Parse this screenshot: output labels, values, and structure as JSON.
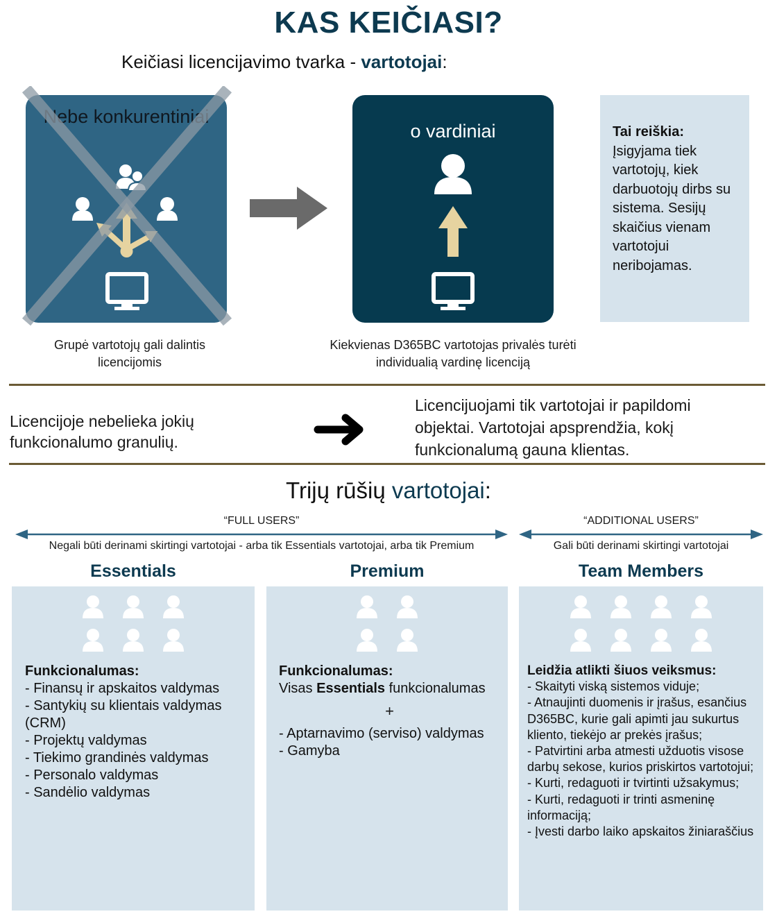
{
  "title": "KAS KEIČIASI?",
  "subtitle": {
    "text": "Keičiasi licencijavimo tvarka - ",
    "highlight": "vartotojai",
    "suffix": ":"
  },
  "old_model": {
    "heading": "Nebe konkurentiniai",
    "caption": "Grupė vartotojų gali dalintis licencijomis",
    "color": "#2f6584"
  },
  "new_model": {
    "heading": "o vardiniai",
    "caption": "Kiekvienas D365BC vartotojas privalės turėti individualią vardinę licenciją",
    "color": "#063a4f"
  },
  "info_box": {
    "heading": "Tai reiškia:",
    "text": "Įsigyjama tiek vartotojų, kiek darbuotojų dirbs su sistema. Sesijų skaičius vienam vartotojui neribojamas."
  },
  "statement": {
    "left": "Licencijoje nebelieka jokių funkcionalumo granulių.",
    "right": "Licencijuojami tik vartotojai ir papildomi objektai. Vartotojai apsprendžia, kokį funkcionalumą gauna klientas."
  },
  "types_heading": {
    "text": "Trijų rūšių ",
    "highlight": "vartotojai",
    "suffix": ":"
  },
  "full_users": {
    "label": "“FULL USERS”",
    "description": "Negali būti derinami skirtingi vartotojai - arba tik Essentials vartotojai, arba tik Premium"
  },
  "additional_users": {
    "label": "“ADDITIONAL USERS”",
    "description": "Gali būti derinami skirtingi vartotojai"
  },
  "essentials": {
    "title": "Essentials",
    "list_heading": "Funkcionalumas:",
    "items": [
      "- Finansų ir apskaitos valdymas",
      "- Santykių su klientais valdymas (CRM)",
      "- Projektų valdymas",
      "- Tiekimo grandinės valdymas",
      "- Personalo valdymas",
      "- Sandėlio valdymas"
    ],
    "user_count": 6
  },
  "premium": {
    "title": "Premium",
    "list_heading": "Funkcionalumas:",
    "line_prefix": "Visas ",
    "line_bold": "Essentials",
    "line_suffix": " funkcionalumas",
    "plus": "+",
    "items": [
      "- Aptarnavimo (serviso) valdymas",
      "- Gamyba"
    ],
    "user_count": 4
  },
  "team_members": {
    "title": "Team Members",
    "list_heading": "Leidžia atlikti šiuos veiksmus:",
    "items": [
      "- Skaityti viską sistemos viduje;",
      "- Atnaujinti duomenis ir įrašus, esančius D365BC, kurie gali apimti jau sukurtus kliento, tiekėjo ar prekės įrašus;",
      "- Patvirtini arba atmesti užduotis visose darbų sekose, kurios priskirtos vartotojui;",
      "- Kurti, redaguoti ir tvirtinti užsakymus;",
      "- Kurti, redaguoti ir trinti asmeninę informaciją;",
      "- Įvesti darbo laiko apskaitos žiniaraščius"
    ],
    "user_count": 8
  },
  "colors": {
    "accent_dark": "#0d3a50",
    "light_box": "#d6e3ec",
    "arrow_gold": "#e6d3a0",
    "rule": "#6b5b35",
    "gray_arrow": "#6a6a6a"
  }
}
